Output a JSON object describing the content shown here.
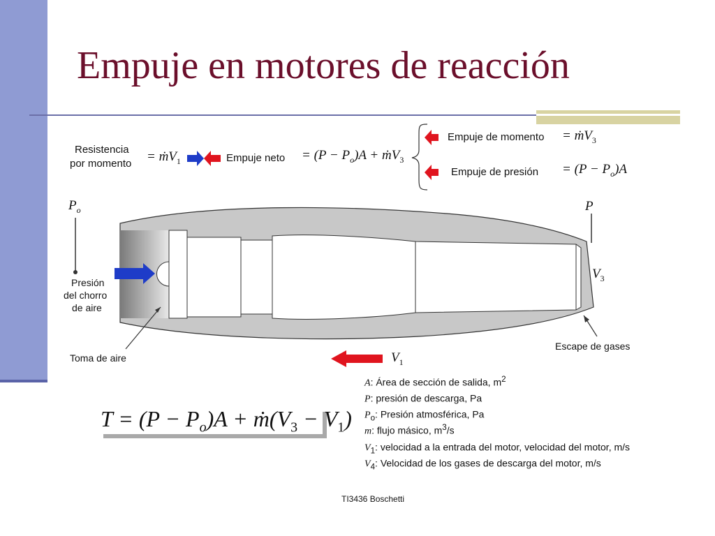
{
  "slide": {
    "title": "Empuje en motores de reacción",
    "footer": "TI3436 Boschetti"
  },
  "top": {
    "resistencia_line1": "Resistencia",
    "resistencia_line2": "por momento",
    "resistencia_eq": "= ṁV",
    "resistencia_sub": "1",
    "empuje_neto_label": "Empuje neto",
    "empuje_neto_eq": "= (P − P",
    "empuje_neto_sub_o": "o",
    "empuje_neto_eq2": ")A + ṁV",
    "empuje_neto_sub_3": "3",
    "empuje_momento_label": "Empuje de momento",
    "empuje_momento_eq": "= ṁV",
    "empuje_momento_sub": "3",
    "empuje_presion_label": "Empuje de presión",
    "empuje_presion_eq": "= (P − P",
    "empuje_presion_sub": "o",
    "empuje_presion_eq2": ")A"
  },
  "engine": {
    "po_symbol": "P",
    "po_sub": "o",
    "p_symbol": "P",
    "v3_symbol": "V",
    "v3_sub": "3",
    "v1_symbol": "V",
    "v1_sub": "1",
    "presion_line1": "Presión",
    "presion_line2": "del chorro",
    "presion_line3": "de aire",
    "toma_label": "Toma de aire",
    "escape_label": "Escape de gases"
  },
  "legend": [
    {
      "sym": "A",
      "sub": "",
      "text": ": Área de sección de salida, m",
      "sup": "2",
      "tail": ""
    },
    {
      "sym": "P",
      "sub": "",
      "text": ": presión de descarga, Pa",
      "sup": "",
      "tail": ""
    },
    {
      "sym": "P",
      "sub": "o",
      "text": ": Presión atmosférica, Pa",
      "sup": "",
      "tail": ""
    },
    {
      "sym": "m",
      "sub": "",
      "text": ": flujo másico, m",
      "sup": "3",
      "tail": "/s"
    },
    {
      "sym": "V",
      "sub": "1",
      "text": ": velocidad a la entrada del motor, velocidad del motor, m/s",
      "sup": "",
      "tail": ""
    },
    {
      "sym": "V",
      "sub": "4",
      "text": ": Velocidad de los gases de descarga del motor, m/s",
      "sup": "",
      "tail": ""
    }
  ],
  "formula": {
    "lhs": "T = (P − P",
    "sub_o": "o",
    "mid": ")A + ṁ(V",
    "sub_3": "3",
    "mid2": " − V",
    "sub_1": "1",
    "end": ")"
  },
  "colors": {
    "title": "#6b0f2b",
    "sidebar": "#8f9bd3",
    "arrow_red": "#e0141e",
    "arrow_blue": "#1e3cc8",
    "engine_fill": "#c8c8c8"
  }
}
